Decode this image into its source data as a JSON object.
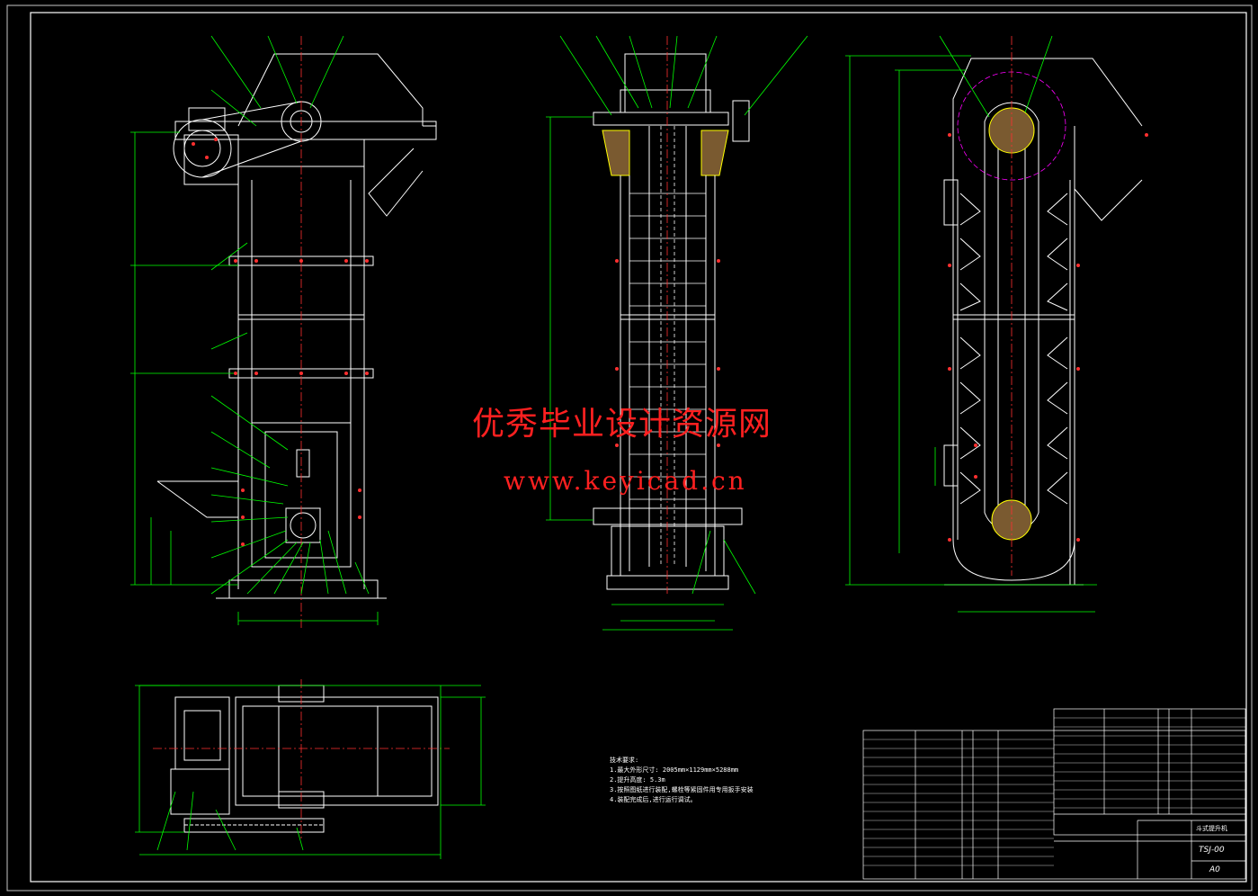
{
  "watermark": {
    "site_name": "优秀毕业设计资源网",
    "url": "www.keyicad.cn"
  },
  "technical_requirements": {
    "heading": "技术要求:",
    "items": [
      "1.最大外形尺寸: 2005mm×1129mm×5288mm",
      "2.提升高度: 5.3m",
      "3.按照图纸进行装配,螺栓等紧固件用专用扳手安装",
      "4.装配完成后,进行运行调试。"
    ]
  },
  "title_block": {
    "drawing_name": "斗式提升机",
    "drawing_number": "TSJ-00",
    "sheet_size": "A0"
  },
  "colors": {
    "background": "#000000",
    "border": "#ffffff",
    "geometry": "#ffffff",
    "dimension": "#00ff00",
    "centerline": "#ff3030",
    "highlight": "#ffff00",
    "pitch_circle": "#ff00ff",
    "watermark": "#ff2020"
  }
}
